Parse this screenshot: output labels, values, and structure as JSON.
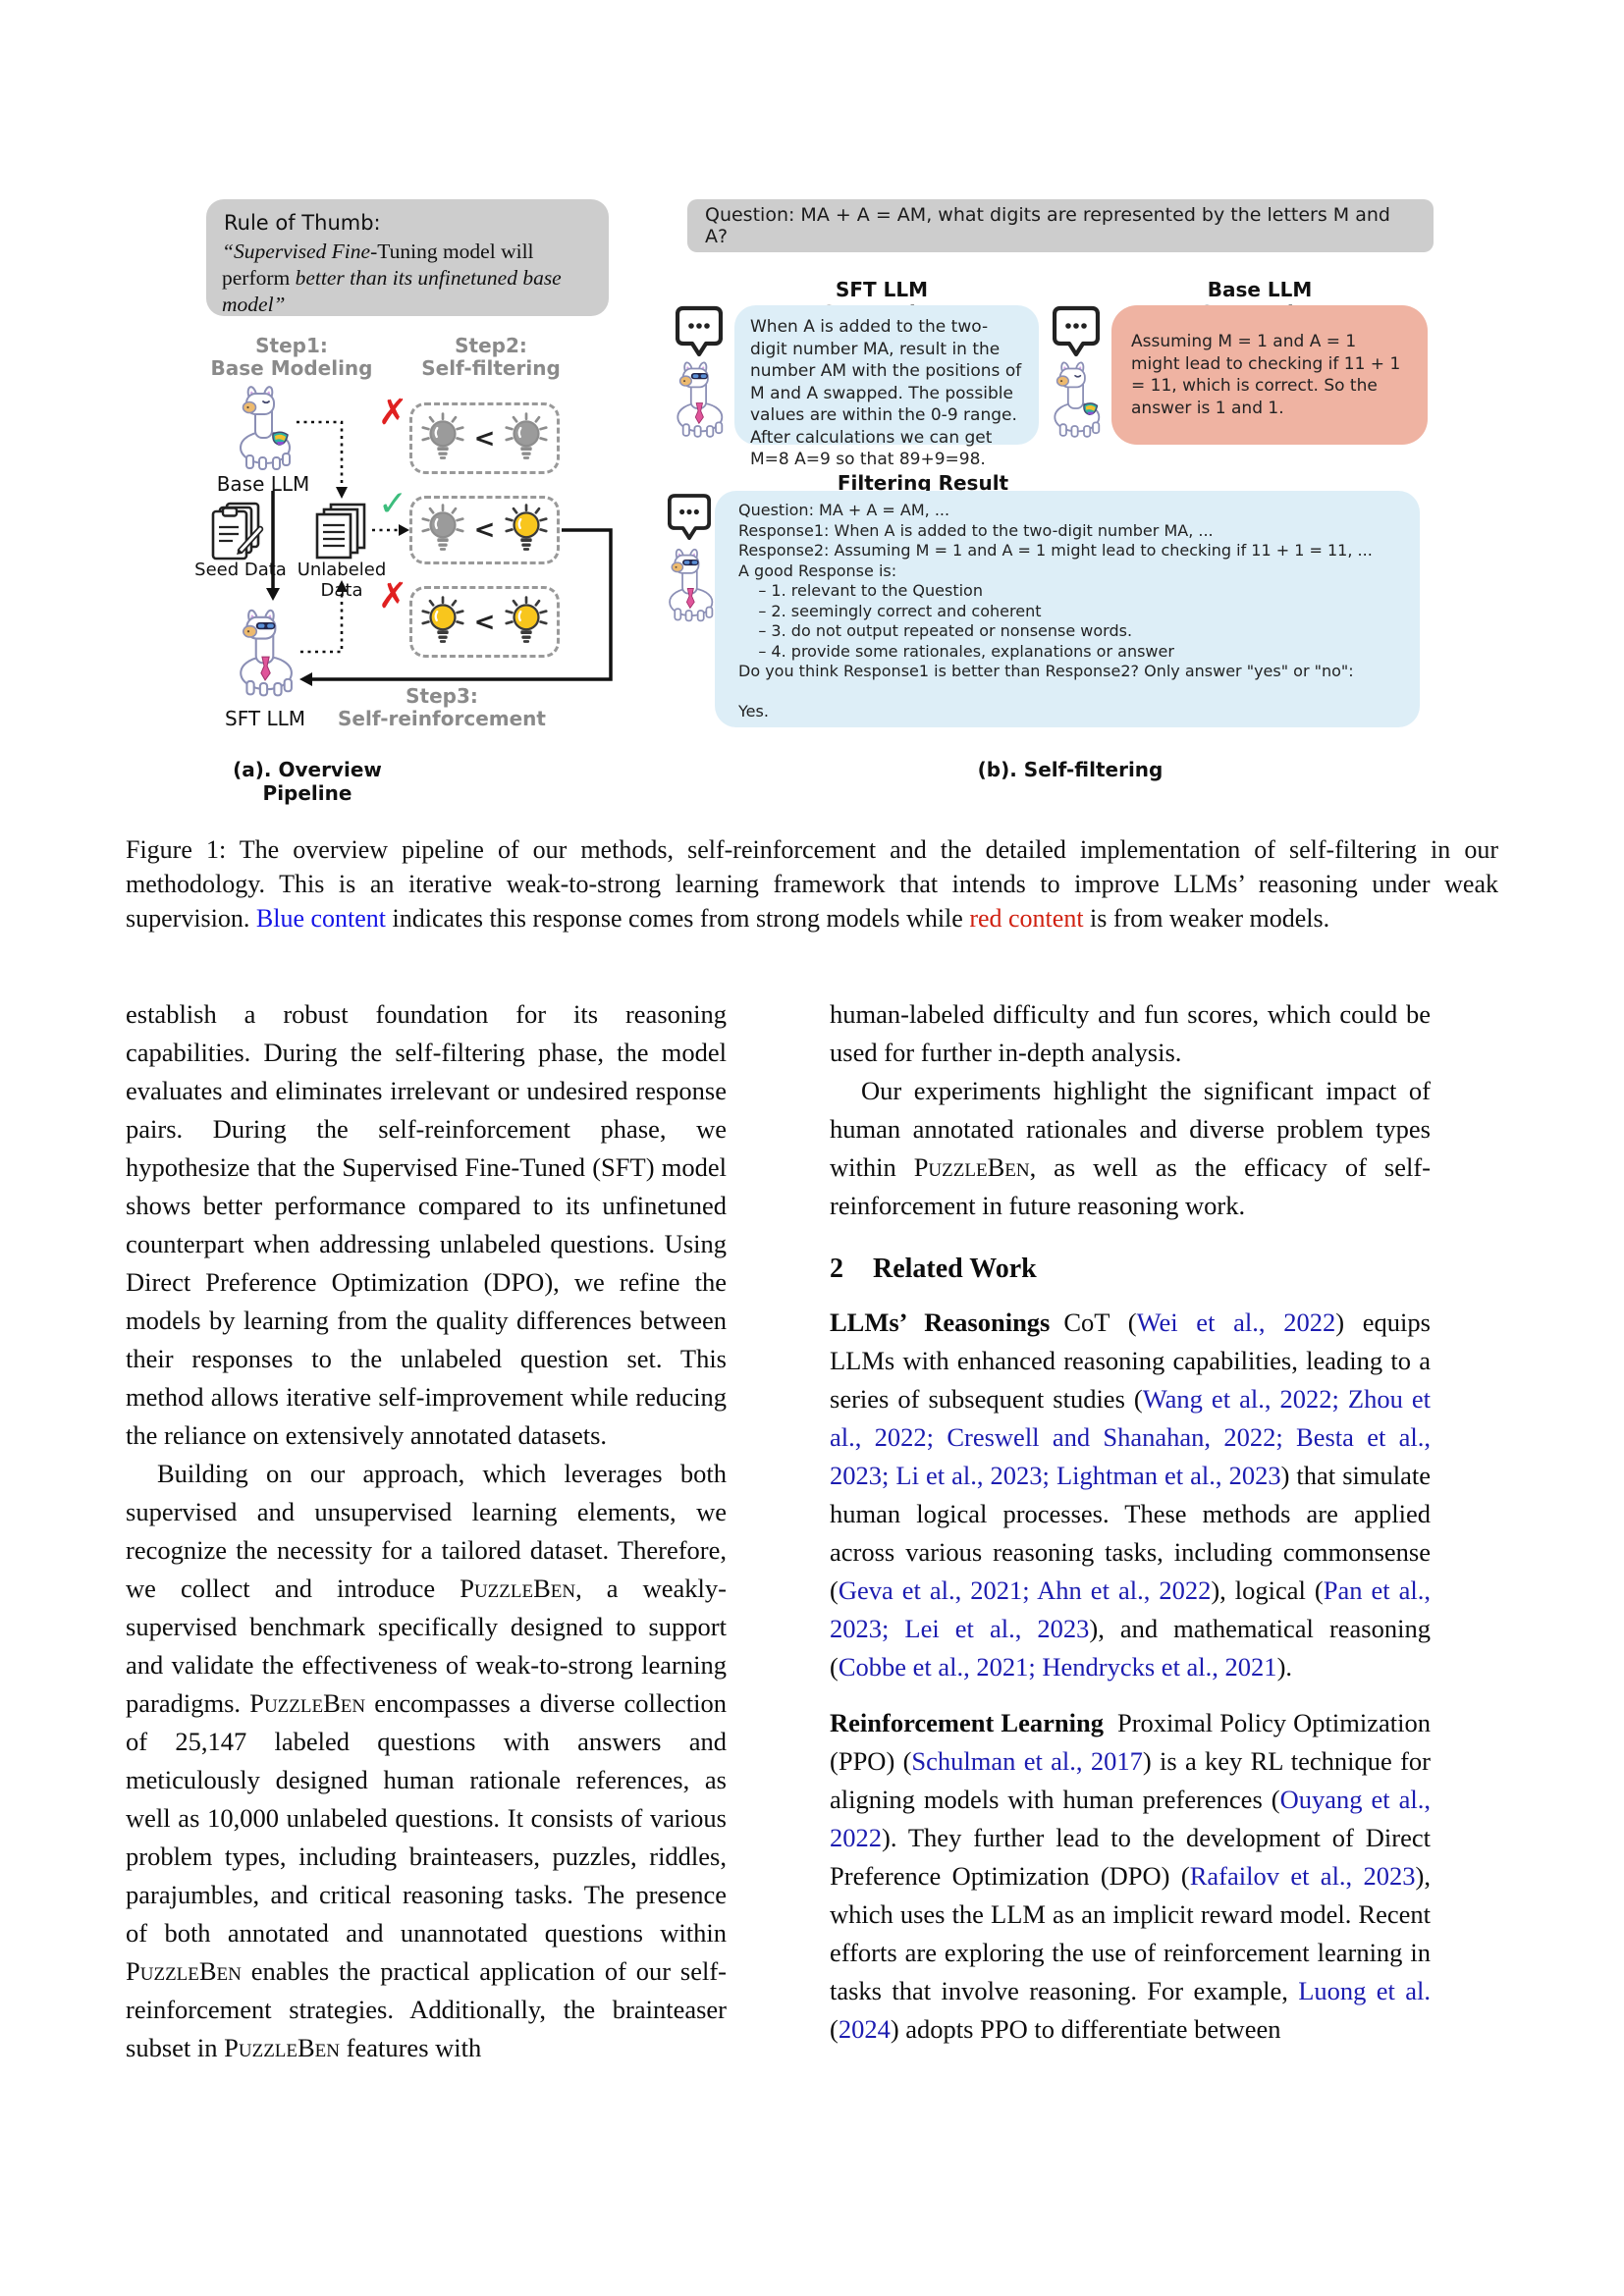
{
  "figure": {
    "panel_a": {
      "rule_of_thumb": {
        "title": "Rule of Thumb:",
        "quote_segments": [
          {
            "s": "italic",
            "t": "“Supervised Fine"
          },
          {
            "s": "normal",
            "t": "-Tuning model will perform "
          },
          {
            "s": "italic",
            "t": "better than its unfinetuned base model”"
          }
        ]
      },
      "step1": {
        "line1": "Step1:",
        "line2": "Base Modeling"
      },
      "step2": {
        "line1": "Step2:",
        "line2": "Self-filtering"
      },
      "step3": {
        "line1": "Step3:",
        "line2": "Self-reinforcement"
      },
      "base_llm_label": "Base LLM",
      "seed_data_label": "Seed Data",
      "unlabeled_data_label": "Unlabeled Data",
      "sft_llm_label": "SFT LLM",
      "less_than": "<",
      "comparisons": [
        {
          "mark": "✗",
          "mark_name": "cross-mark",
          "left_bulb": "gray",
          "right_bulb": "gray"
        },
        {
          "mark": "✓",
          "mark_name": "check-mark",
          "left_bulb": "gray",
          "right_bulb": "yellow"
        },
        {
          "mark": "✗",
          "mark_name": "cross-mark",
          "left_bulb": "yellow",
          "right_bulb": "yellow"
        }
      ],
      "caption": "(a). Overview Pipeline"
    },
    "panel_b": {
      "question": "Question: MA + A = AM, what digits are represented by the letters M and A?",
      "sft_generation": {
        "title": "SFT LLM Generation",
        "text": "When A is added to the two-digit number MA, result in the number AM with the positions of M and A swapped. The possible values are within the 0-9 range. After calculations we can get M=8  A=9 so that 89+9=98."
      },
      "base_generation": {
        "title": "Base LLM Generation",
        "text": "Assuming M = 1 and A = 1 might lead to checking if 11 + 1 = 11, which is correct. So the answer is 1 and 1."
      },
      "filtering": {
        "title": "Filtering Result",
        "lines": [
          "Question: MA + A = AM, ...",
          "Response1: When A is added to the two-digit number MA, ...",
          "Response2: Assuming M = 1 and A = 1 might lead to checking if 11 + 1 = 11, ...",
          "A good Response is:",
          "    – 1. relevant to the Question",
          "    – 2. seemingly correct and coherent",
          "    – 3. do not output repeated or nonsense words.",
          "    – 4. provide some rationales, explanations or answer",
          "Do you think Response1 is better than Response2? Only answer \"yes\" or \"no\":",
          "",
          "Yes."
        ]
      },
      "caption": "(b). Self-filtering"
    },
    "icons": {
      "speech_dots": "•••",
      "llama_base": "llama with colorful saddle",
      "llama_sft": "llama with sunglasses and tie",
      "seed_data": "clipboard stack with pencil",
      "unlabeled_data": "document stack",
      "lightbulb_gray": "#9b9b9b",
      "lightbulb_yellow": "#f8c61d"
    },
    "colors": {
      "gray_bubble": "#cdcdcd",
      "strong_bubble_blue": "#ddeef7",
      "weak_bubble_red": "#efb3a2",
      "citation_blue": "#1c1cb0"
    }
  },
  "caption": {
    "segments": [
      {
        "s": "normal",
        "t": "Figure 1: The overview pipeline of our methods, self-reinforcement and the detailed implementation of self-filtering in our methodology. This is an iterative weak-to-strong learning framework that intends to improve LLMs’ reasoning under weak supervision. "
      },
      {
        "s": "blue",
        "t": "Blue content"
      },
      {
        "s": "normal",
        "t": " indicates this response comes from strong models while "
      },
      {
        "s": "red",
        "t": "red content"
      },
      {
        "s": "normal",
        "t": " is from weaker models."
      }
    ]
  },
  "body": {
    "left_column": {
      "paragraphs": [
        {
          "indent": false,
          "segments": [
            {
              "s": "normal",
              "t": "establish a robust foundation for its reasoning capabilities. During the self-filtering phase, the model evaluates and eliminates irrelevant or undesired response pairs. During the self-reinforcement phase, we hypothesize that the Supervised Fine-Tuned (SFT) model shows better performance compared to its unfinetuned counterpart when addressing unlabeled questions. Using Direct Preference Optimization (DPO), we refine the models by learning from the quality differences between their responses to the unlabeled question set. This method allows iterative self-improvement while reducing the reliance on extensively annotated datasets."
            }
          ]
        },
        {
          "indent": true,
          "segments": [
            {
              "s": "normal",
              "t": "Building on our approach, which leverages both supervised and unsupervised learning elements, we recognize the necessity for a tailored dataset. Therefore, we collect and introduce "
            },
            {
              "s": "sc",
              "t": "PuzzleBen"
            },
            {
              "s": "normal",
              "t": ", a weakly-supervised benchmark specifically designed to support and validate the effectiveness of weak-to-strong learning paradigms. "
            },
            {
              "s": "sc",
              "t": "PuzzleBen"
            },
            {
              "s": "normal",
              "t": " encompasses a diverse collection of 25,147 labeled questions with answers and meticulously designed human rationale references, as well as 10,000 unlabeled questions. It consists of various problem types, including brainteasers, puzzles, riddles, parajumbles, and critical reasoning tasks. The presence of both annotated and unannotated questions within "
            },
            {
              "s": "sc",
              "t": "PuzzleBen"
            },
            {
              "s": "normal",
              "t": " enables the practical application of our self-reinforcement strategies. Additionally, the brainteaser subset in "
            },
            {
              "s": "sc",
              "t": "PuzzleBen"
            },
            {
              "s": "normal",
              "t": " features with"
            }
          ]
        }
      ]
    },
    "right_column": {
      "intro_paragraphs": [
        {
          "indent": false,
          "segments": [
            {
              "s": "normal",
              "t": "human-labeled difficulty and fun scores, which could be used for further in-depth analysis."
            }
          ]
        },
        {
          "indent": true,
          "segments": [
            {
              "s": "normal",
              "t": "Our experiments highlight the significant impact of human annotated rationales and diverse problem types within "
            },
            {
              "s": "sc",
              "t": "PuzzleBen"
            },
            {
              "s": "normal",
              "t": ", as well as the efficacy of self-reinforcement in future reasoning work."
            }
          ]
        }
      ],
      "heading": {
        "number": "2",
        "title": "Related Work"
      },
      "related_paragraphs": [
        {
          "indent": false,
          "segments": [
            {
              "s": "lead",
              "t": "LLMs’ Reasonings"
            },
            {
              "s": "normal",
              "t": "CoT ("
            },
            {
              "s": "link",
              "t": "Wei et al., 2022"
            },
            {
              "s": "normal",
              "t": ") equips LLMs with enhanced reasoning capabilities, leading to a series of subsequent studies ("
            },
            {
              "s": "link",
              "t": "Wang et al., 2022; Zhou et al., 2022; Creswell and Shanahan, 2022; Besta et al., 2023; Li et al., 2023; Lightman et al., 2023"
            },
            {
              "s": "normal",
              "t": ") that simulate human logical processes. These methods are applied across various reasoning tasks, including commonsense ("
            },
            {
              "s": "link",
              "t": "Geva et al., 2021; Ahn et al., 2022"
            },
            {
              "s": "normal",
              "t": "), logical ("
            },
            {
              "s": "link",
              "t": "Pan et al., 2023; Lei et al., 2023"
            },
            {
              "s": "normal",
              "t": "), and mathematical reasoning ("
            },
            {
              "s": "link",
              "t": "Cobbe et al., 2021; Hendrycks et al., 2021"
            },
            {
              "s": "normal",
              "t": ")."
            }
          ]
        },
        {
          "indent": false,
          "segments": [
            {
              "s": "lead",
              "t": "Reinforcement Learning"
            },
            {
              "s": "normal",
              "t": "Proximal Policy Optimization (PPO) ("
            },
            {
              "s": "link",
              "t": "Schulman et al., 2017"
            },
            {
              "s": "normal",
              "t": ") is a key RL technique for aligning models with human preferences ("
            },
            {
              "s": "link",
              "t": "Ouyang et al., 2022"
            },
            {
              "s": "normal",
              "t": "). They further lead to the development of Direct Preference Optimization (DPO) ("
            },
            {
              "s": "link",
              "t": "Rafailov et al., 2023"
            },
            {
              "s": "normal",
              "t": "), which uses the LLM as an implicit reward model. Recent efforts are exploring the use of reinforcement learning in tasks that involve reasoning. For example, "
            },
            {
              "s": "link",
              "t": "Luong et al."
            },
            {
              "s": "normal",
              "t": " ("
            },
            {
              "s": "link",
              "t": "2024"
            },
            {
              "s": "normal",
              "t": ") adopts PPO to differentiate between"
            }
          ]
        }
      ]
    }
  }
}
